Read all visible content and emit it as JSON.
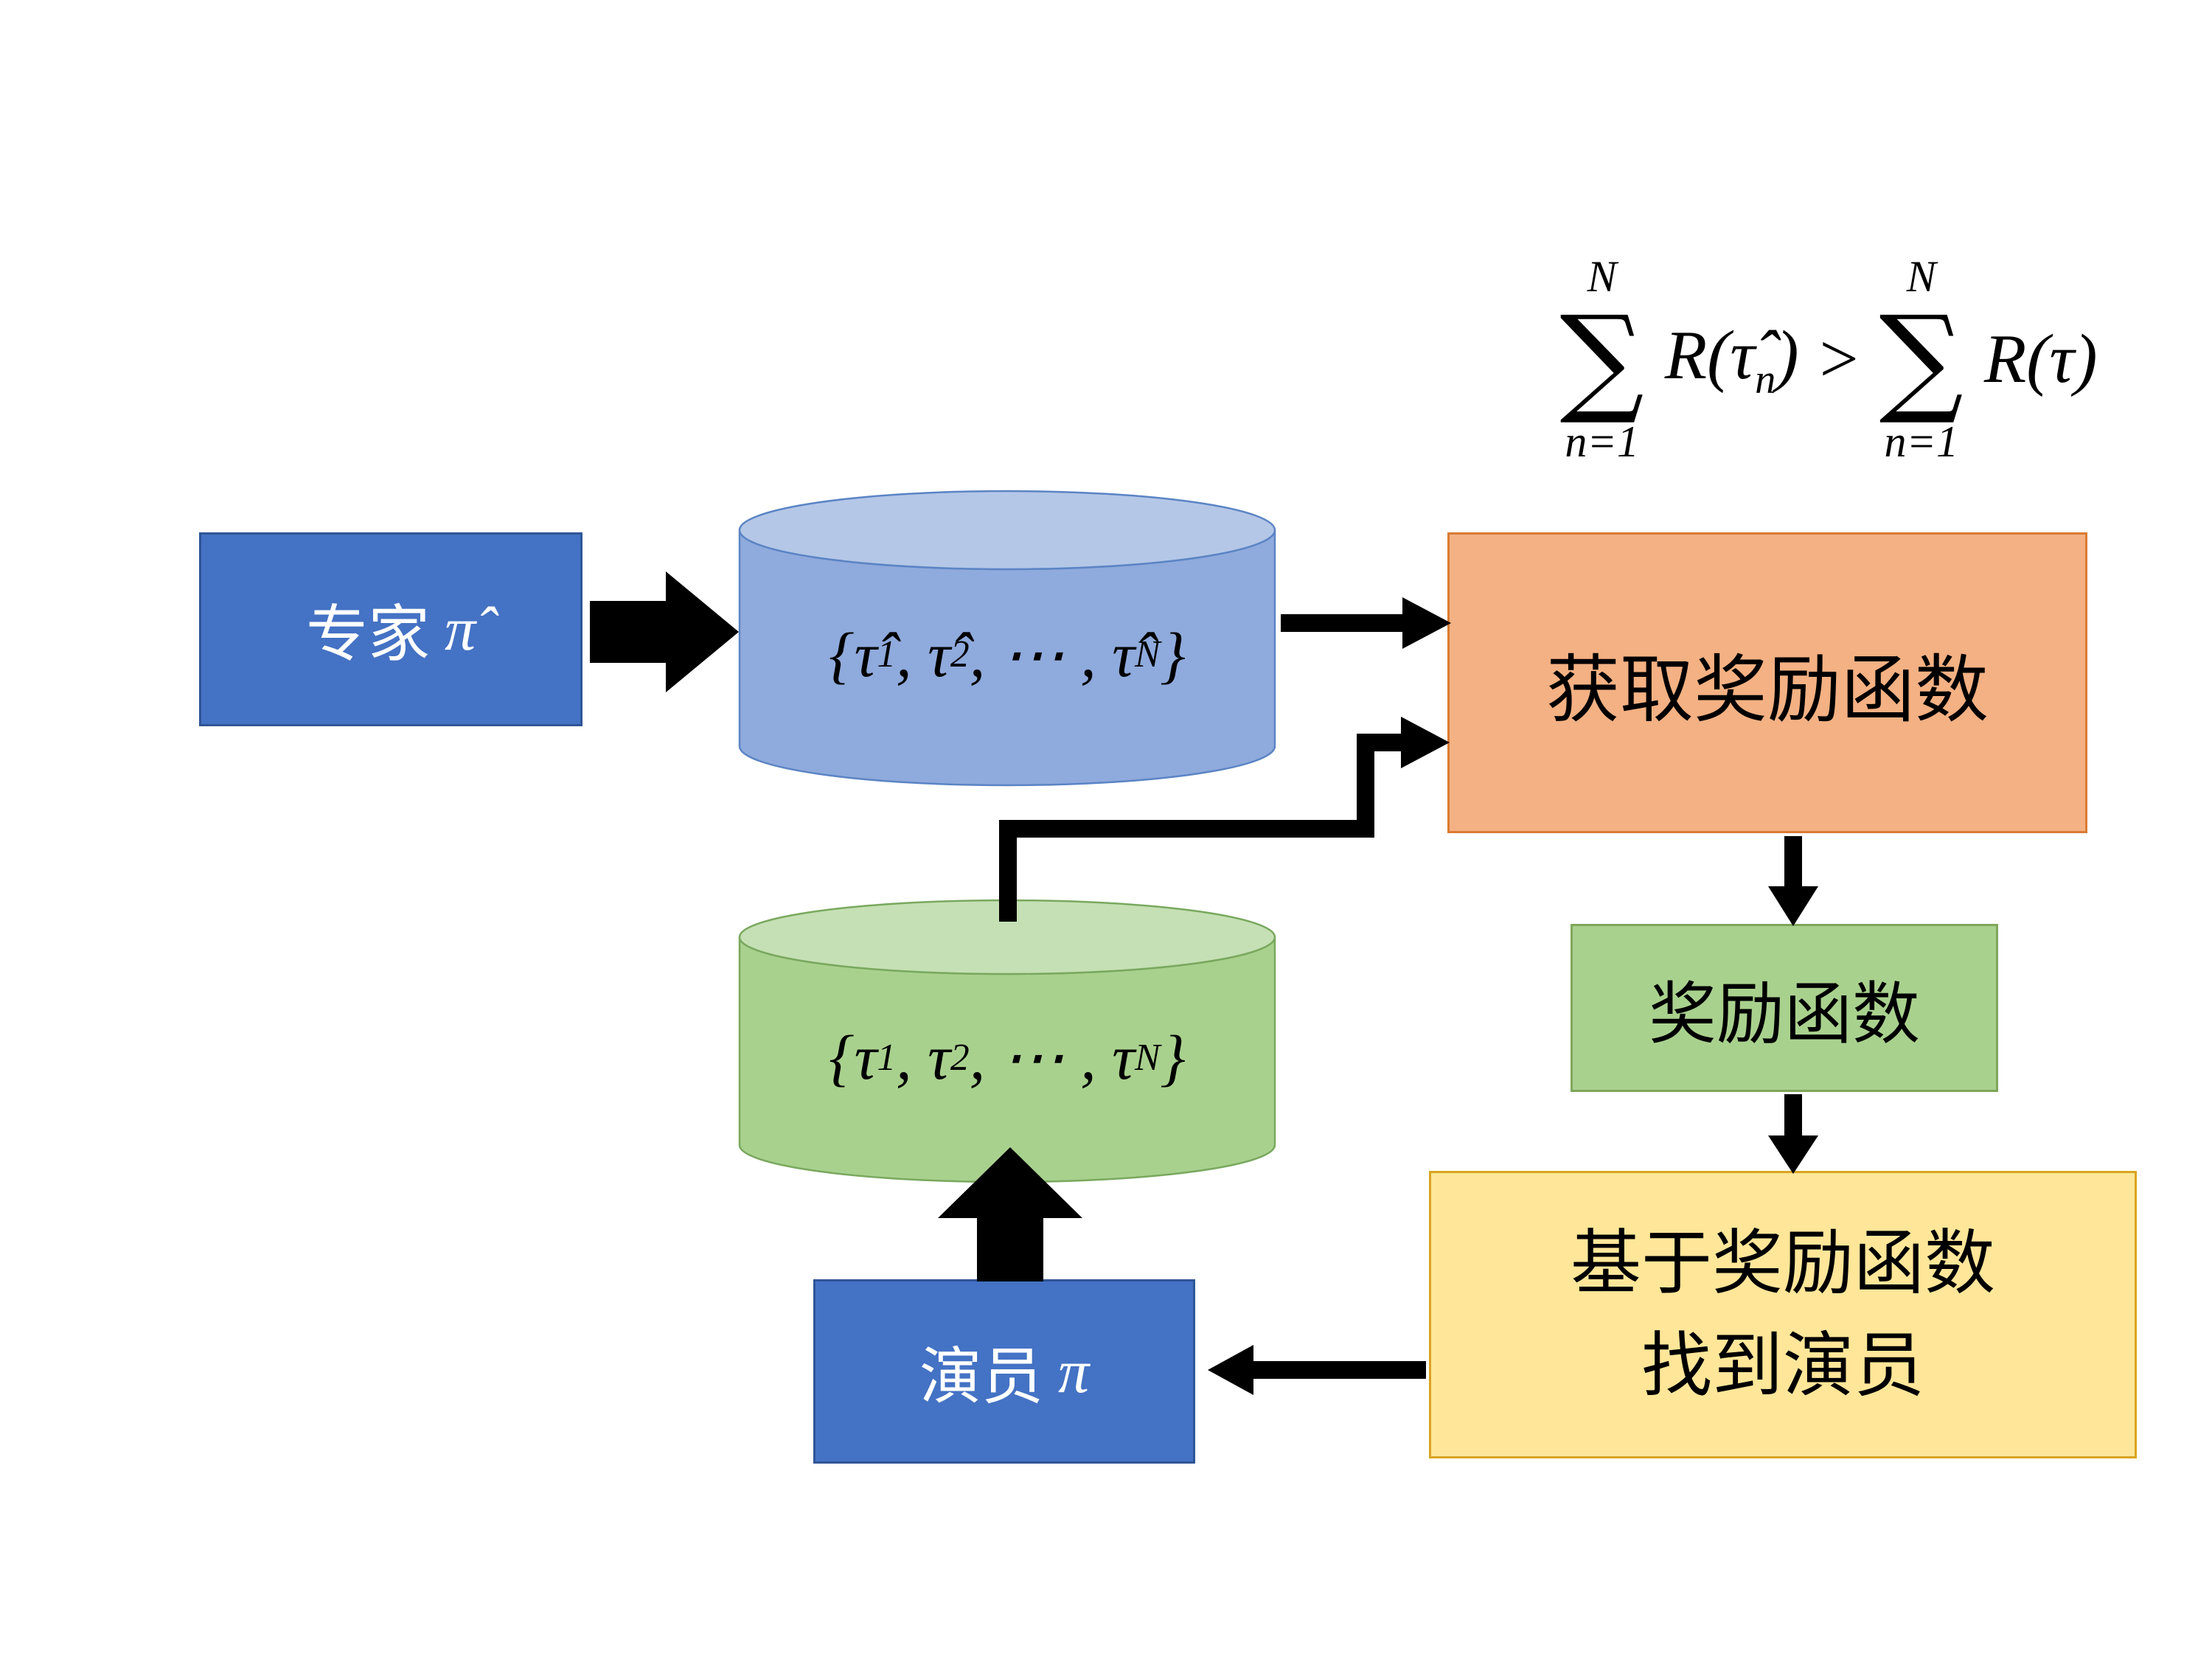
{
  "diagram": {
    "formula": {
      "sum1_upper": "N",
      "sum1_symbol": "∑",
      "sum1_lower": "n=1",
      "term1_pre": "R(τ̂",
      "term1_sub": "n",
      "term1_post": ")",
      "relation": ">",
      "sum2_upper": "N",
      "sum2_symbol": "∑",
      "sum2_lower": "n=1",
      "term2": "R(τ)"
    },
    "expert_box": {
      "label_cn": "专家",
      "label_math": "π̂"
    },
    "expert_buffer": {
      "p1": "{τ̂",
      "s1": "1",
      "p2": ", τ̂",
      "s2": "2",
      "p3": ", ⋯ , τ̂",
      "s3": "N",
      "p4": "}"
    },
    "reward_extract_box": {
      "label": "获取奖励函数"
    },
    "reward_fn_box": {
      "label": "奖励函数"
    },
    "actor_find_box": {
      "line1": "基于奖励函数",
      "line2": "找到演员"
    },
    "actor_box": {
      "label_cn": "演员",
      "label_math": "π"
    },
    "actor_buffer": {
      "p1": "{τ",
      "s1": "1",
      "p2": ", τ",
      "s2": "2",
      "p3": ", ⋯ , τ",
      "s3": "N",
      "p4": "}"
    },
    "colors": {
      "blue_box": "#4472C4",
      "blue_box_border": "#2F5597",
      "blue_cyl_body": "#8FAADC",
      "blue_cyl_top": "#B4C7E7",
      "blue_cyl_stroke": "#5B84C4",
      "green_cyl_body": "#A9D18E",
      "green_cyl_top": "#C5E0B4",
      "green_cyl_stroke": "#79A85E",
      "orange_box": "#F4B183",
      "orange_box_border": "#DA7B33",
      "green_box": "#A9D18E",
      "green_box_border": "#7FA65B",
      "yellow_box": "#FFE699",
      "yellow_box_border": "#D9A521",
      "arrow": "#000000",
      "text_dark": "#000000",
      "text_light": "#FFFFFF"
    }
  }
}
